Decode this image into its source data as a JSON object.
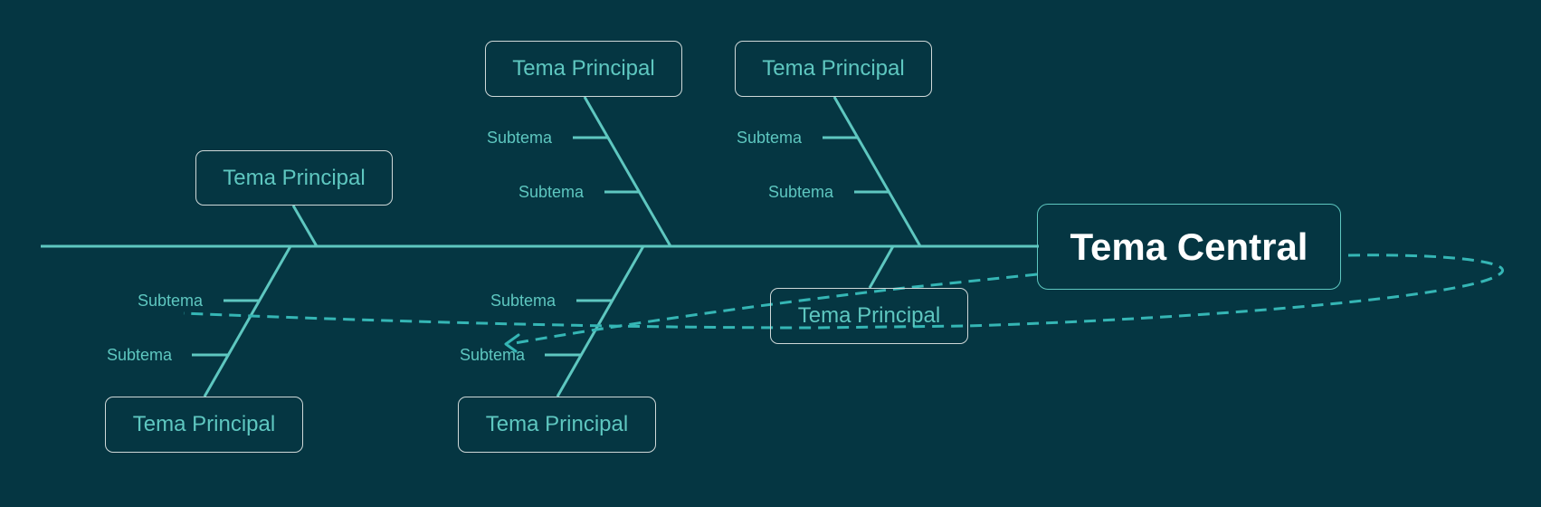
{
  "central": {
    "label": "Tema Central"
  },
  "top_topics": [
    {
      "label": "Tema Principal",
      "subtopics": []
    },
    {
      "label": "Tema Principal",
      "subtopics": [
        "Subtema",
        "Subtema"
      ]
    },
    {
      "label": "Tema Principal",
      "subtopics": [
        "Subtema",
        "Subtema"
      ]
    }
  ],
  "bottom_topics": [
    {
      "label": "Tema Principal",
      "subtopics": [
        "Subtema",
        "Subtema"
      ]
    },
    {
      "label": "Tema Principal",
      "subtopics": [
        "Subtema",
        "Subtema"
      ]
    },
    {
      "label": "Tema Principal",
      "subtopics": []
    }
  ],
  "colors": {
    "background": "#053642",
    "accent": "#5ec7c0",
    "box_border": "#cfd8d8",
    "central_text": "#ffffff"
  }
}
